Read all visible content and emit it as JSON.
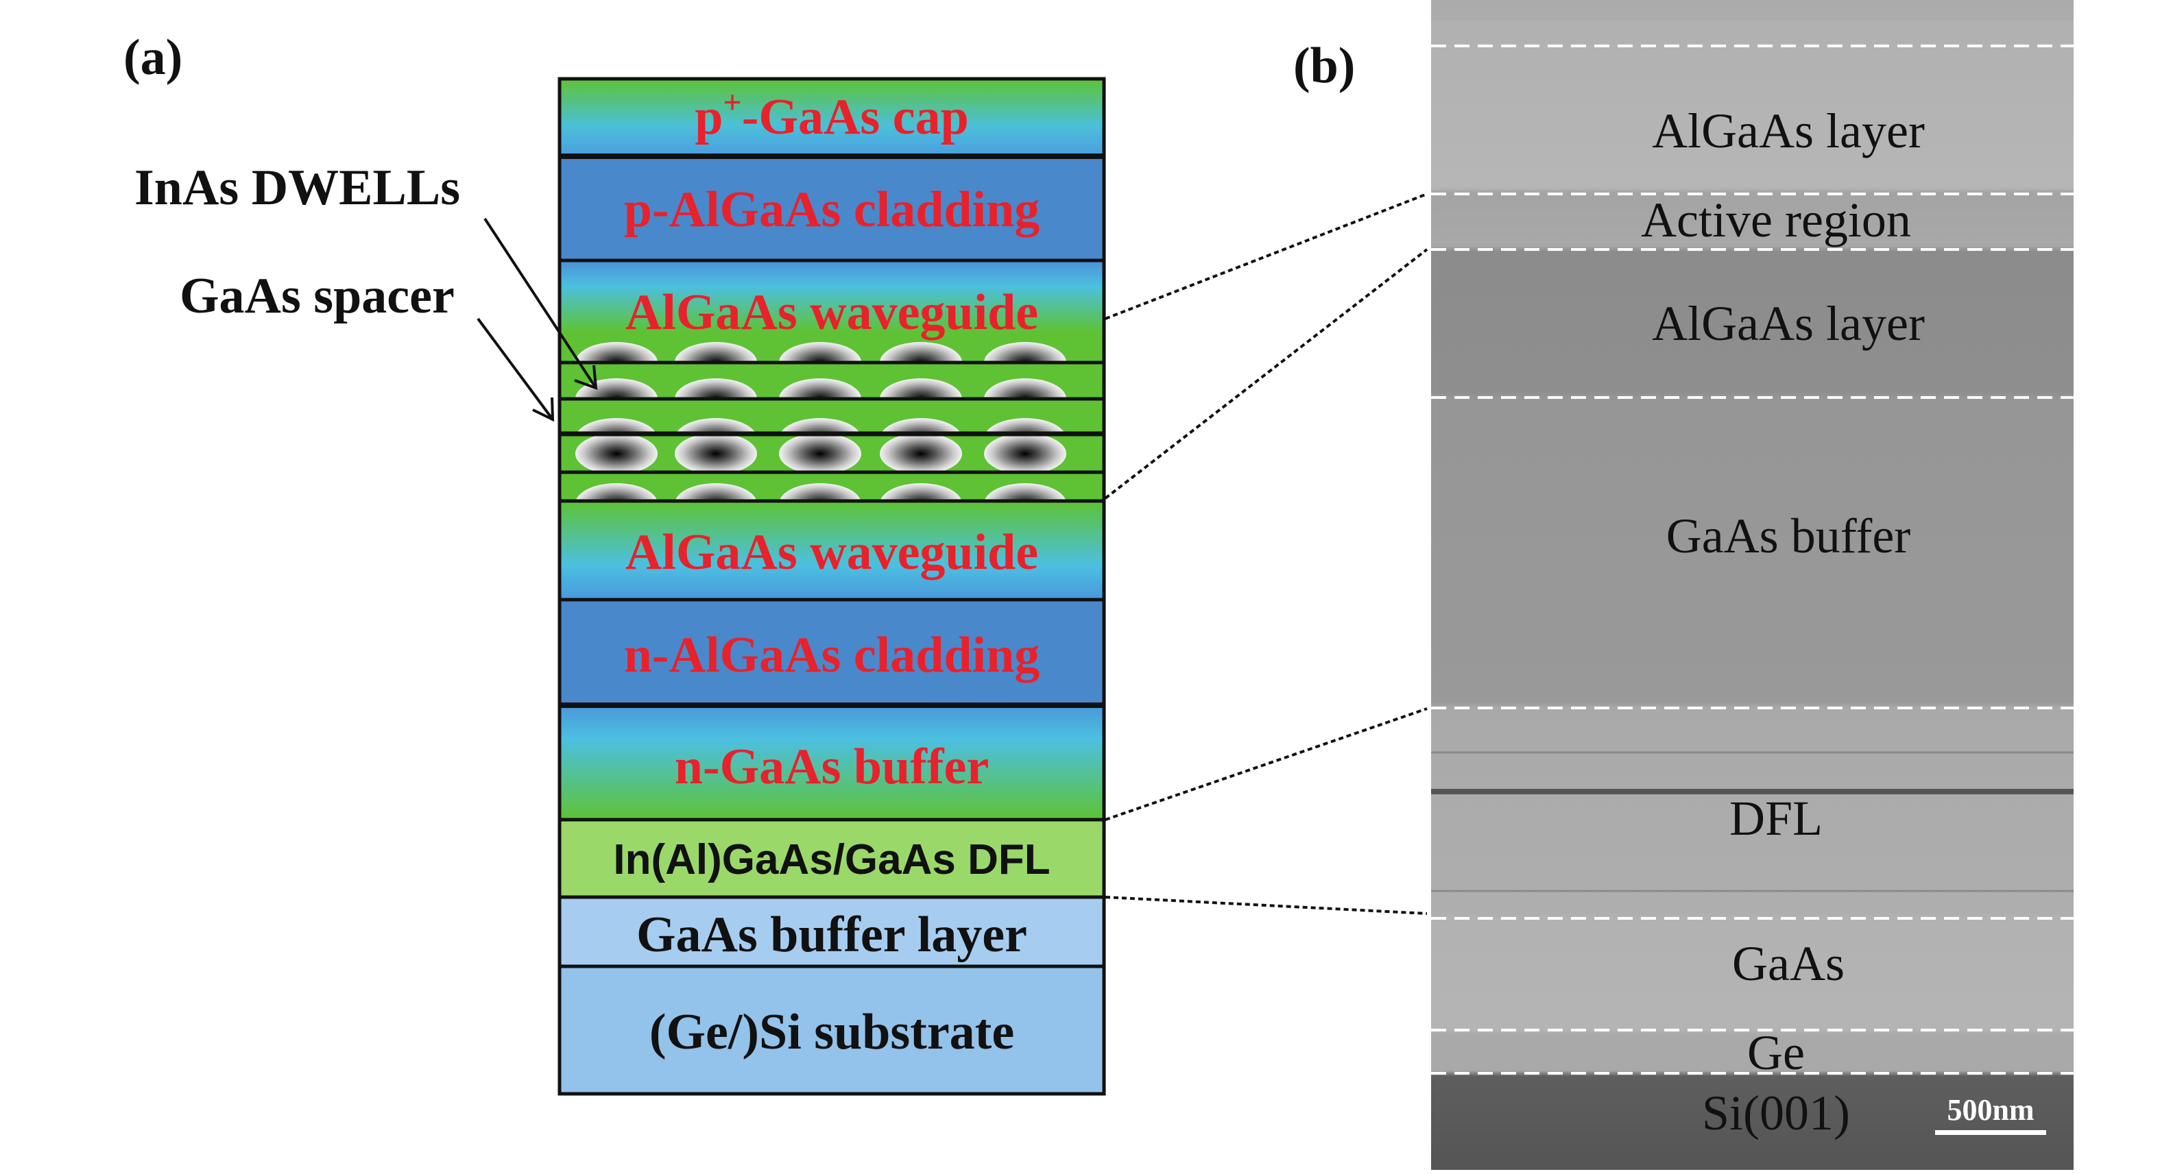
{
  "panel_a": {
    "label": "(a)",
    "annotations": {
      "dwells": "InAs DWELLs",
      "spacer": "GaAs spacer"
    },
    "layers": {
      "cap": {
        "pre": "p",
        "sup": "+",
        "post": "-GaAs cap"
      },
      "p_cladding": "p-AlGaAs cladding",
      "upper_waveguide": "AlGaAs waveguide",
      "lower_waveguide": "AlGaAs waveguide",
      "n_cladding": "n-AlGaAs cladding",
      "n_buffer": "n-GaAs buffer",
      "dfl": "In(Al)GaAs/GaAs DFL",
      "buffer_layer": "GaAs buffer layer",
      "substrate": "(Ge/)Si substrate"
    },
    "colors": {
      "green": "#5ec234",
      "blue": "#4a88cc",
      "cyan": "#4cc0e0",
      "label_red": "#e8212b"
    }
  },
  "panel_b": {
    "label": "(b)",
    "layers": {
      "top_algaas": "AlGaAs layer",
      "active": "Active region",
      "bottom_algaas": "AlGaAs layer",
      "gaas_buffer": "GaAs buffer",
      "dfl": "DFL",
      "gaas": "GaAs",
      "ge": "Ge",
      "si": "Si(001)"
    },
    "scale_bar": "500nm"
  }
}
